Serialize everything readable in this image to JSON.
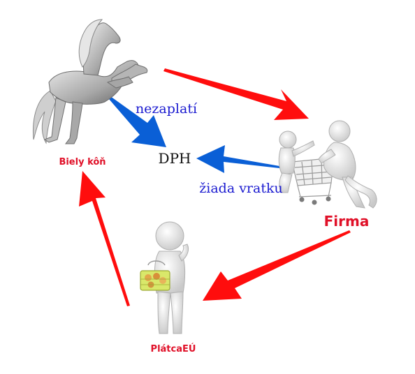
{
  "nodes": {
    "horse": {
      "label": "Biely kôň"
    },
    "firm": {
      "label": "Firma"
    },
    "payer": {
      "label": "PlátcaEÚ"
    },
    "tax": {
      "label": "DPH"
    }
  },
  "edges": {
    "horse_to_tax": {
      "label": "nezaplatí"
    },
    "firm_to_tax": {
      "label": "žiada vratku"
    }
  },
  "colors": {
    "red_arrow": "#ff0d0d",
    "blue_arrow": "#0a5fd6",
    "red_label": "#e01028",
    "blue_label": "#1a1ad0"
  }
}
